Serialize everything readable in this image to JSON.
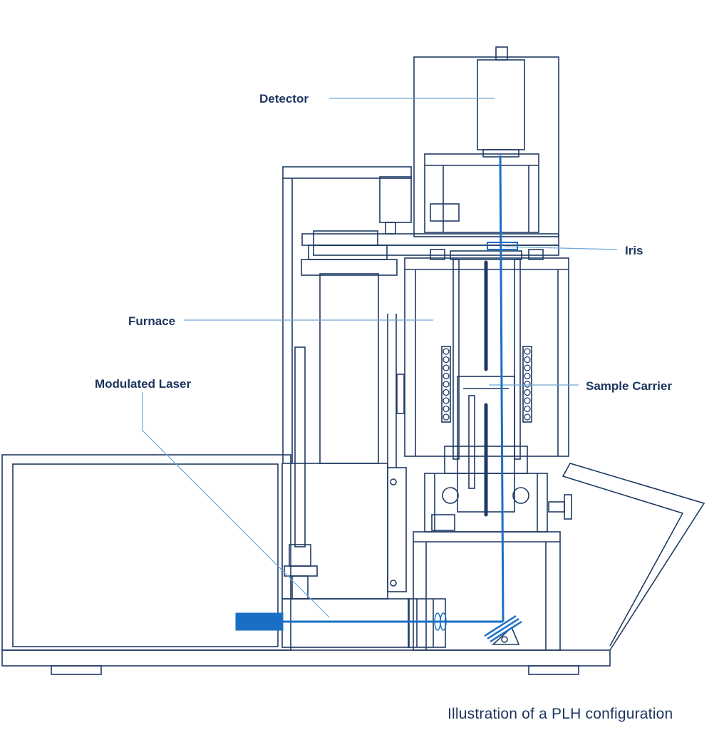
{
  "colors": {
    "line": "#1f3a64",
    "leader": "#6fa6d8",
    "beam": "#1a6fc4",
    "label": "#1c355e",
    "caption": "#1c355e"
  },
  "labels": {
    "detector": "Detector",
    "iris": "Iris",
    "furnace": "Furnace",
    "sample_carrier": "Sample Carrier",
    "modulated_laser": "Modulated Laser"
  },
  "caption": "Illustration of a PLH configuration"
}
